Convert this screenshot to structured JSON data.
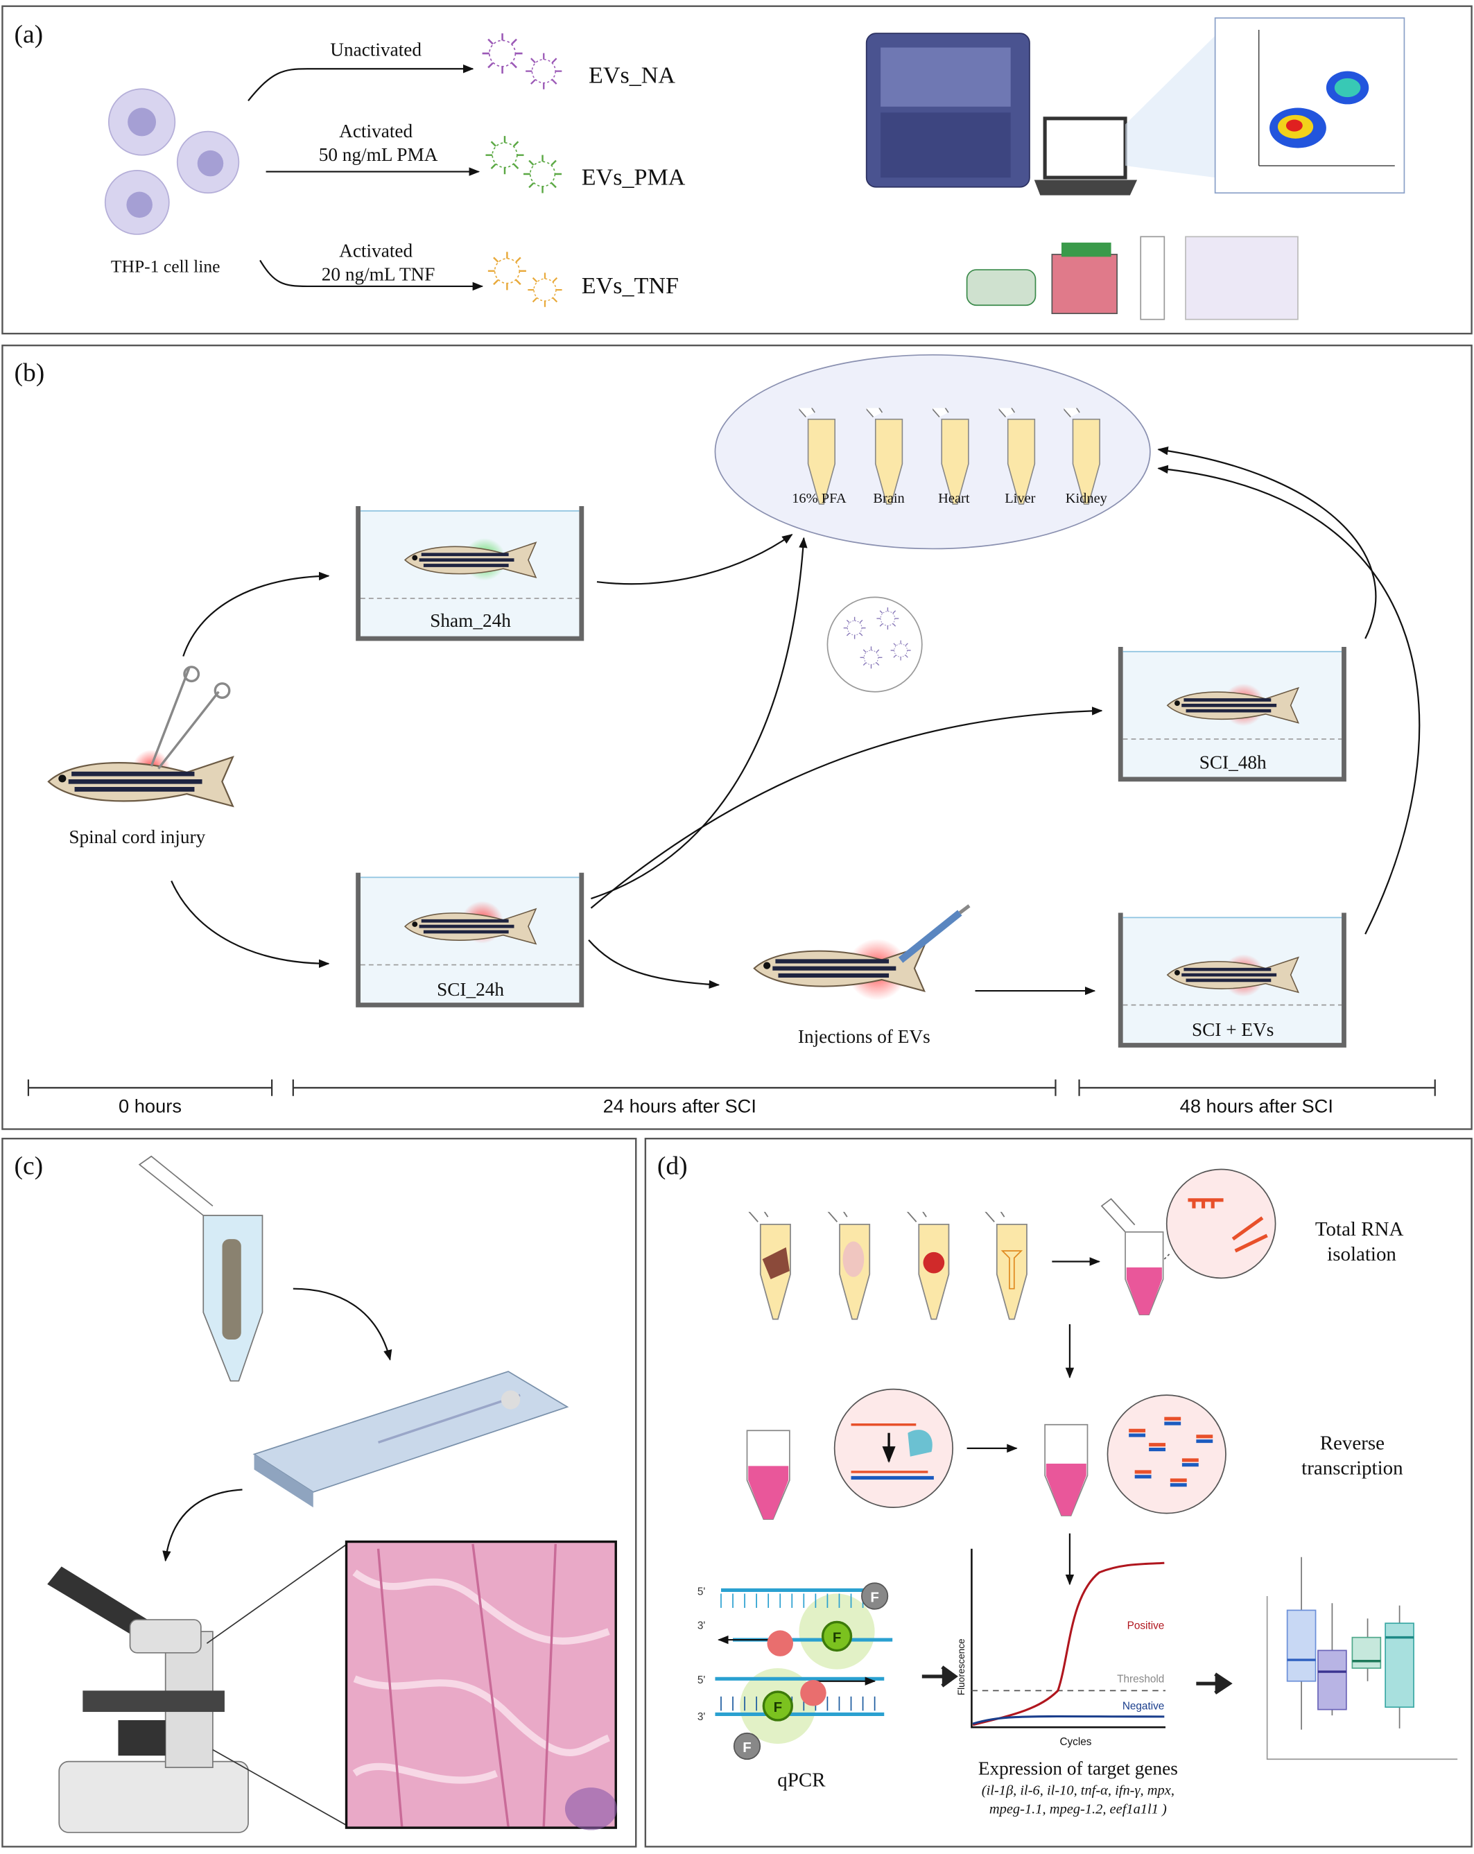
{
  "panel_a": {
    "label": "(a)",
    "cell_line": "THP-1 cell line",
    "branches": [
      {
        "condition": "Unactivated",
        "treatment": "",
        "result": "EVs_NA",
        "color": "#9b59b6"
      },
      {
        "condition": "Activated",
        "treatment": "50 ng/mL PMA",
        "result": "EVs_PMA",
        "color": "#5aa843"
      },
      {
        "condition": "Activated",
        "treatment": "20 ng/mL TNF",
        "result": "EVs_TNF",
        "color": "#e8a93a"
      }
    ]
  },
  "panel_b": {
    "label": "(b)",
    "injury": "Spinal cord injury",
    "tanks": {
      "sham": "Sham_24h",
      "sci24": "SCI_24h",
      "sci48": "SCI_48h",
      "sci_evs": "SCI + EVs"
    },
    "injection": "Injections of EVs",
    "samples": [
      "16% PFA",
      "Brain",
      "Heart",
      "Liver",
      "Kidney"
    ],
    "timeline": [
      "0 hours",
      "24 hours after SCI",
      "48 hours after SCI"
    ]
  },
  "panel_c": {
    "label": "(c)"
  },
  "panel_d": {
    "label": "(d)",
    "step1": [
      "Total RNA",
      "isolation"
    ],
    "step2": [
      "Reverse",
      "transcription"
    ],
    "qpcr": "qPCR",
    "qpcr_strand_labels": [
      "5'",
      "3'",
      "5'",
      "3'"
    ],
    "probe_label": "F",
    "curve": {
      "ylabel": "Fluorescence",
      "xlabel": "Cycles",
      "positive": "Positive",
      "threshold": "Threshold",
      "negative": "Negative"
    },
    "expression_title": "Expression of target genes",
    "genes_line1": "(il-1β, il-6, il-10, tnf-α, ifn-γ, mpx,",
    "genes_line2": "mpeg-1.1, mpeg-1.2, eef1a1l1 )",
    "colors": {
      "positive": "#b0161e",
      "negative": "#1a3e8c",
      "genes": "#b5134b"
    }
  }
}
